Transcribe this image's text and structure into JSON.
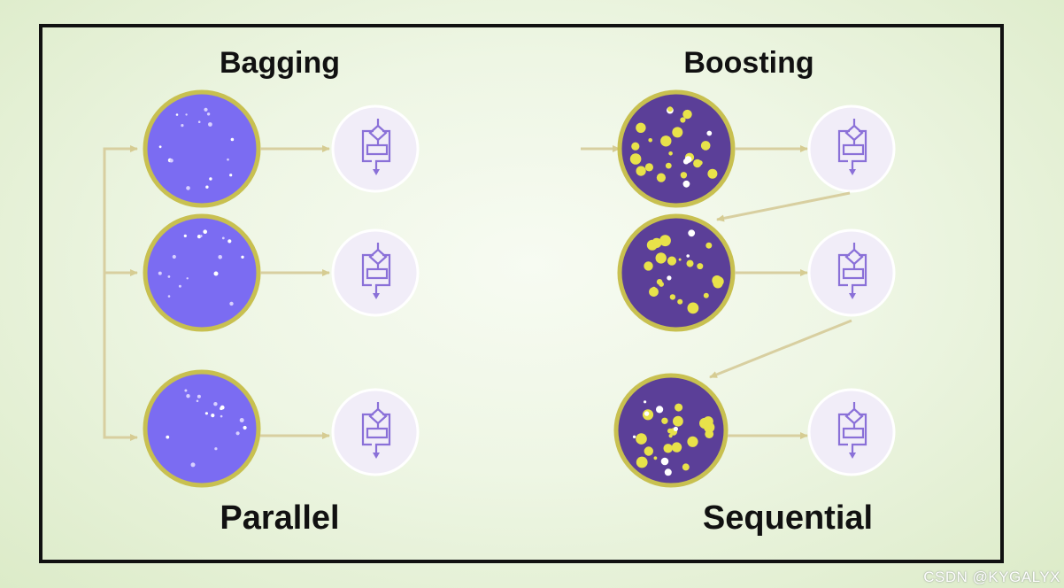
{
  "diagram": {
    "bagging": {
      "title": "Bagging",
      "caption": "Parallel",
      "dataset_color": "#7b6cf2",
      "dot_color": "#ffffff"
    },
    "boosting": {
      "title": "Boosting",
      "caption": "Sequential",
      "dataset_color": "#5b3f98",
      "dot_color": "#e8e24a"
    },
    "colors": {
      "frame": "#111111",
      "ring": "#c8c050",
      "arrow": "#d8cfa0",
      "model_bg": "#f1edf8",
      "model_icon": "#8a70d8"
    },
    "icons": {
      "model": "flowchart-icon"
    }
  },
  "watermark": "CSDN @KYGALYX"
}
